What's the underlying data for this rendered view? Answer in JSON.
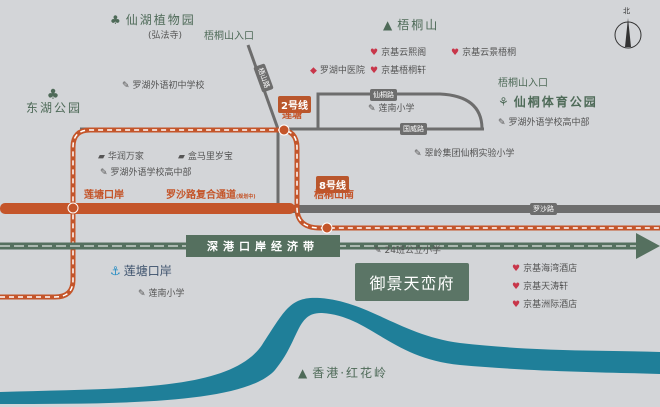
{
  "colors": {
    "background": "#d3d5d8",
    "road": "#6d6d6d",
    "metro": "#c4552a",
    "band": "#55705f",
    "river": "#1f7f99",
    "project": "#5b7566"
  },
  "north": "北",
  "parks": {
    "xianhu": "仙湖植物园",
    "hongfa": "(弘法寺)",
    "donghu": "东湖公园",
    "wutongshan": "梧桐山",
    "xiantong_park": "仙桐体育公园",
    "hongkong": "香港·红花岭"
  },
  "entrances": {
    "wutong1": "梧桐山入口",
    "wutong2": "梧桐山入口"
  },
  "roads": {
    "wutongshan_road": "梧山路",
    "xiantong_road": "仙桐路",
    "guowei_road": "国威路",
    "luosha_road": "罗沙路"
  },
  "metro": {
    "line2": "2号线",
    "lianpo": "莲塘",
    "line8": "8号线",
    "wutong_south": "梧桐山南",
    "lianpo_port": "莲塘口岸",
    "luosha_channel": "罗沙路复合通道",
    "planning": "(规划中)"
  },
  "band": "深港口岸经济带",
  "port": "莲塘口岸",
  "project": "御景天峦府",
  "schools": {
    "luohu_junior": "罗湖外语初中学校",
    "luohu_high": "罗湖外语学校高中部",
    "lianpo_primary1": "莲南小学",
    "luohu_high2": "罗湖外语学校高中部",
    "cuiling": "翠岭集团仙桐实验小学",
    "primary24": "24班公立小学",
    "lianpo_primary2": "莲南小学"
  },
  "malls": {
    "mixc": "华润万家",
    "hema": "盒马里岁宝"
  },
  "hospital": "罗湖中医院",
  "hotels": {
    "yunxi": "京基云熙阁",
    "yunjing": "京基云景梧桐",
    "wutongxuan": "京基梧桐轩",
    "haiwan": "京基海湾酒店",
    "tianhai": "京基天涛轩",
    "zhouji": "京基洲际酒店"
  }
}
